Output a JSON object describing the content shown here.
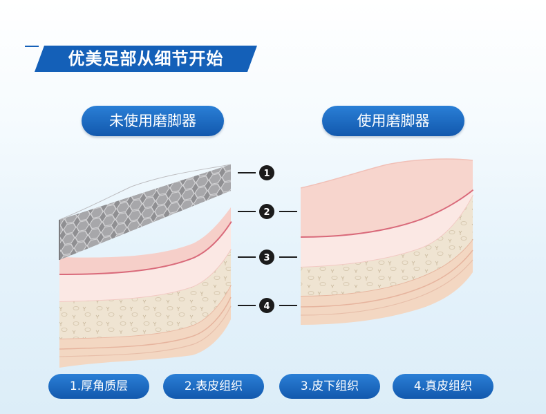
{
  "title": "优美足部从细节开始",
  "labels": {
    "without": "未使用磨脚器",
    "with": "使用磨脚器"
  },
  "markers": [
    "1",
    "2",
    "3",
    "4"
  ],
  "legend": [
    {
      "label": "1.厚角质层"
    },
    {
      "label": "2.表皮组织"
    },
    {
      "label": "3.皮下组织"
    },
    {
      "label": "4.真皮组织"
    }
  ],
  "colors": {
    "brand_blue": "#1460b8",
    "callus_gray": "#9a9a9c",
    "epidermis_pink": "#f6d2cc",
    "subcutaneous_cream": "#f1e6d3",
    "dermis_peach": "#f3d8c4",
    "marker_dark": "#1b1b1b"
  }
}
